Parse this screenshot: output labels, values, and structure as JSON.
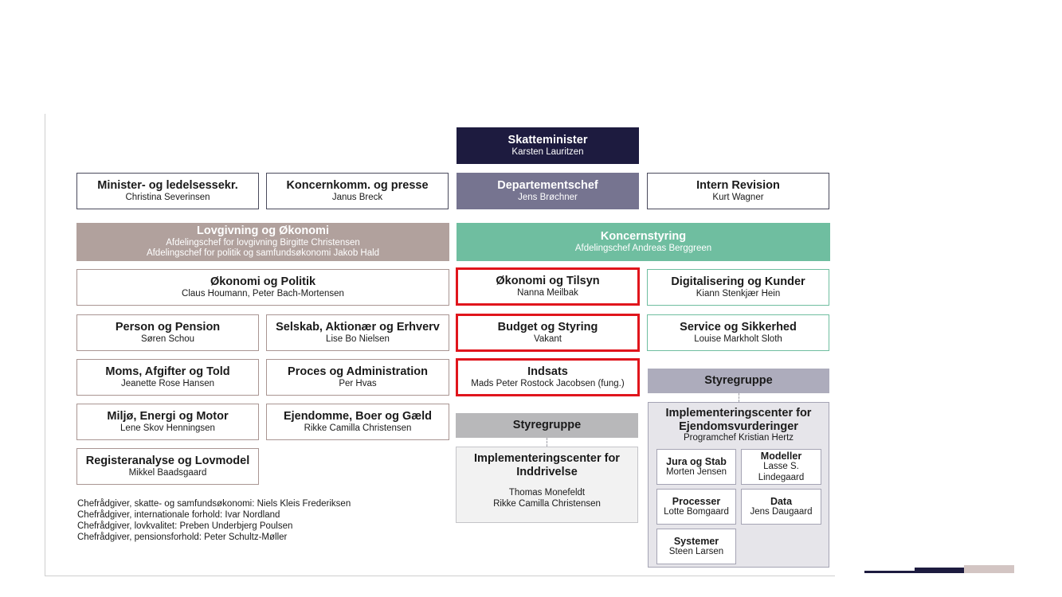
{
  "boxes": {
    "minister": {
      "title": "Skatteminister",
      "sub": "Karsten Lauritzen"
    },
    "ministersekr": {
      "title": "Minister- og ledelsessekr.",
      "sub": "Christina Severinsen"
    },
    "koncernkomm": {
      "title": "Koncernkomm. og presse",
      "sub": "Janus Breck"
    },
    "departementschef": {
      "title": "Departementschef",
      "sub": "Jens Brøchner"
    },
    "internrevision": {
      "title": "Intern Revision",
      "sub": "Kurt Wagner"
    },
    "lovgivning": {
      "title": "Lovgivning og Økonomi",
      "sub1": "Afdelingschef for lovgivning Birgitte Christensen",
      "sub2": "Afdelingschef for politik og samfundsøkonomi Jakob Hald"
    },
    "koncernstyring": {
      "title": "Koncernstyring",
      "sub": "Afdelingschef Andreas Berggreen"
    },
    "okpolitik": {
      "title": "Økonomi og Politik",
      "sub": "Claus Houmann, Peter Bach-Mortensen"
    },
    "person": {
      "title": "Person og Pension",
      "sub": "Søren Schou"
    },
    "selskab": {
      "title": "Selskab, Aktionær og Erhverv",
      "sub": "Lise Bo Nielsen"
    },
    "moms": {
      "title": "Moms, Afgifter og Told",
      "sub": "Jeanette Rose Hansen"
    },
    "proces": {
      "title": "Proces og Administration",
      "sub": "Per Hvas"
    },
    "miljo": {
      "title": "Miljø, Energi og Motor",
      "sub": "Lene Skov Henningsen"
    },
    "ejendomme": {
      "title": "Ejendomme, Boer og Gæld",
      "sub": "Rikke Camilla Christensen"
    },
    "register": {
      "title": "Registeranalyse og Lovmodel",
      "sub": "Mikkel Baadsgaard"
    },
    "oktilsyn": {
      "title": "Økonomi og Tilsyn",
      "sub": "Nanna Meilbak"
    },
    "budget": {
      "title": "Budget og Styring",
      "sub": "Vakant"
    },
    "indsats": {
      "title": "Indsats",
      "sub": "Mads Peter Rostock Jacobsen (fung.)"
    },
    "digital": {
      "title": "Digitalisering og Kunder",
      "sub": "Kiann Stenkjær Hein"
    },
    "service": {
      "title": "Service og Sikkerhed",
      "sub": "Louise Markholt Sloth"
    },
    "styregruppe1": {
      "title": "Styregruppe"
    },
    "styregruppe2": {
      "title": "Styregruppe"
    },
    "inddrivelse": {
      "title1": "Implementeringscenter for",
      "title2": "Inddrivelse",
      "sub1": "Thomas Monefeldt",
      "sub2": "Rikke Camilla Christensen"
    },
    "ejendomsvurd": {
      "title1": "Implementeringscenter for",
      "title2": "Ejendomsvurderinger",
      "sub": "Programchef Kristian Hertz"
    },
    "jura": {
      "title": "Jura og Stab",
      "sub": "Morten Jensen"
    },
    "modeller": {
      "title": "Modeller",
      "sub1": "Lasse S.",
      "sub2": "Lindegaard"
    },
    "processer": {
      "title": "Processer",
      "sub": "Lotte Bomgaard"
    },
    "data": {
      "title": "Data",
      "sub": "Jens Daugaard"
    },
    "systemer": {
      "title": "Systemer",
      "sub": "Steen Larsen"
    }
  },
  "notes": [
    "Chefrådgiver, skatte- og samfundsøkonomi: Niels Kleis Frederiksen",
    "Chefrådgiver, internationale forhold: Ivar Nordland",
    "Chefrådgiver, lovkvalitet: Preben Underbjerg Poulsen",
    "Chefrådgiver, pensionsforhold: Peter Schultz-Møller"
  ],
  "colors": {
    "navy": "#1d1b3f",
    "slate": "#767490",
    "mauve": "#b1a19d",
    "green": "#6fbea0",
    "highlight": "#e0151c",
    "lavender": "#adacbc"
  }
}
